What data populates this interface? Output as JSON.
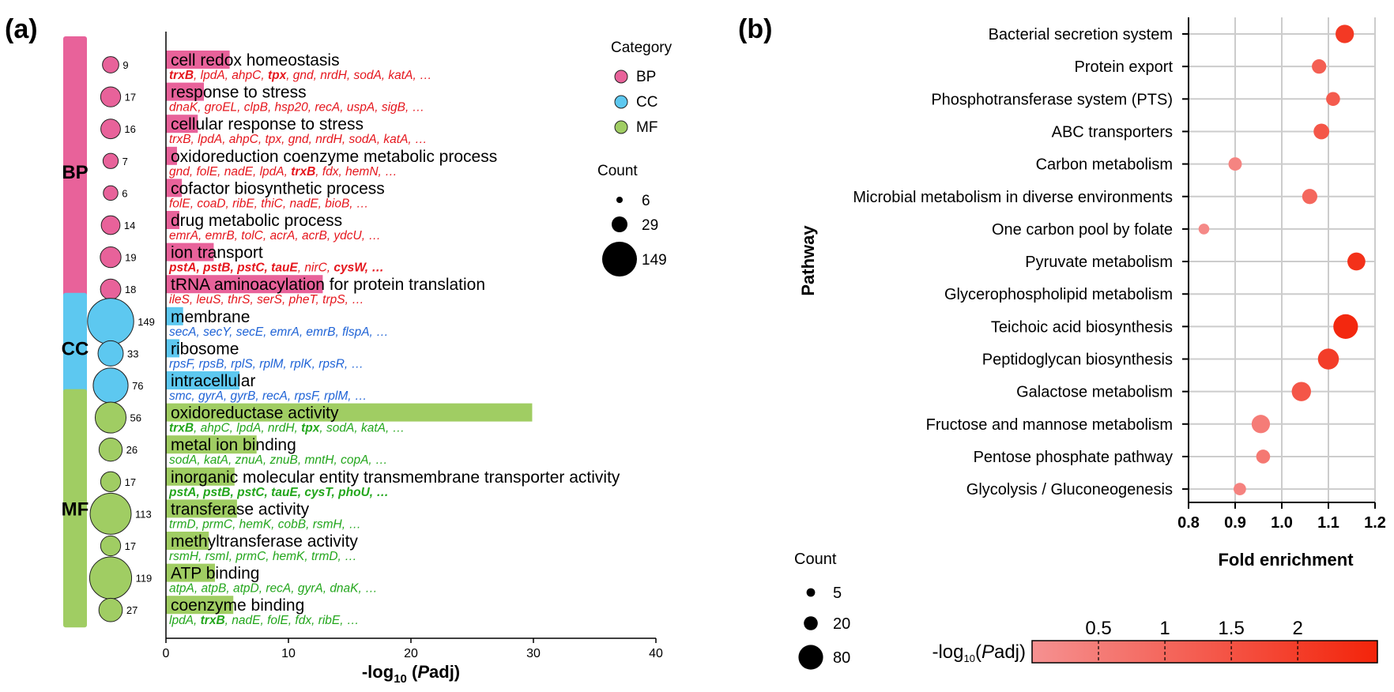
{
  "panel_labels": {
    "a": "(a)",
    "b": "(b)"
  },
  "colors": {
    "BP": "#e8629a",
    "CC": "#5dc8f0",
    "MF": "#a0cd63",
    "BP_text": "#e5161d",
    "CC_text": "#1f63d6",
    "MF_text": "#23a61c",
    "grad_low": "#f59191",
    "grad_high": "#f3240a",
    "grid": "#cccccc"
  },
  "chart_data": [
    {
      "type": "bar",
      "panel": "(a)",
      "xlabel": {
        "pre": "-log",
        "sub": "10",
        "open": " (",
        "italic": "P",
        "post": "adj)"
      },
      "xlim": [
        0,
        40
      ],
      "xticks": [
        0,
        10,
        20,
        30,
        40
      ],
      "groups": [
        {
          "key": "BP",
          "label": "BP",
          "start": 0,
          "end": 7
        },
        {
          "key": "CC",
          "label": "CC",
          "start": 8,
          "end": 10
        },
        {
          "key": "MF",
          "label": "MF",
          "start": 11,
          "end": 17
        }
      ],
      "legend_category": {
        "title": "Category",
        "items": [
          "BP",
          "CC",
          "MF"
        ]
      },
      "legend_count": {
        "title": "Count",
        "values": [
          6,
          29,
          149
        ]
      },
      "terms": [
        {
          "name": "cell redox homeostasis",
          "value": 5.2,
          "count": 9,
          "cat": "BP",
          "genes": [
            {
              "t": "trxB",
              "b": true
            },
            {
              "t": ", lpdA, ahpC, "
            },
            {
              "t": "tpx",
              "b": true
            },
            {
              "t": ", gnd, nrdH, sodA, katA, …"
            }
          ]
        },
        {
          "name": "response to stress",
          "value": 3.1,
          "count": 17,
          "cat": "BP",
          "genes": [
            {
              "t": "dnaK, groEL, clpB, hsp20, recA, uspA, sigB, …"
            }
          ]
        },
        {
          "name": "cellular response to stress",
          "value": 2.6,
          "count": 16,
          "cat": "BP",
          "genes": [
            {
              "t": "trxB, lpdA, ahpC, tpx, gnd, nrdH, sodA, katA, …"
            }
          ]
        },
        {
          "name": "oxidoreduction coenzyme metabolic process",
          "value": 0.9,
          "count": 7,
          "cat": "BP",
          "genes": [
            {
              "t": "gnd, folE, nadE, lpdA, "
            },
            {
              "t": "trxB",
              "b": true
            },
            {
              "t": ", fdx, hemN, …"
            }
          ]
        },
        {
          "name": "cofactor biosynthetic process",
          "value": 1.3,
          "count": 6,
          "cat": "BP",
          "genes": [
            {
              "t": "folE, coaD, ribE, thiC, nadE, bioB, …"
            }
          ]
        },
        {
          "name": "drug metabolic process",
          "value": 1.1,
          "count": 14,
          "cat": "BP",
          "genes": [
            {
              "t": "emrA, emrB, tolC, acrA, acrB, ydcU, …"
            }
          ]
        },
        {
          "name": "ion transport",
          "value": 3.9,
          "count": 19,
          "cat": "BP",
          "genes": [
            {
              "t": "pstA, pstB, pstC, tauE",
              "b": true
            },
            {
              "t": ", nirC, "
            },
            {
              "t": "cysW, …",
              "b": true
            }
          ]
        },
        {
          "name": "tRNA aminoacylation for protein translation",
          "value": 12.8,
          "count": 18,
          "cat": "BP",
          "genes": [
            {
              "t": "ileS, leuS, thrS, serS, pheT, trpS, …"
            }
          ]
        },
        {
          "name": "membrane",
          "value": 1.4,
          "count": 149,
          "cat": "CC",
          "genes": [
            {
              "t": "secA, secY, secE, emrA, emrB, flspA, …"
            }
          ]
        },
        {
          "name": "ribosome",
          "value": 1.1,
          "count": 33,
          "cat": "CC",
          "genes": [
            {
              "t": "rpsF, rpsB, rplS, rplM, rplK, rpsR, …"
            }
          ]
        },
        {
          "name": "intracellular",
          "value": 6.0,
          "count": 76,
          "cat": "CC",
          "genes": [
            {
              "t": "smc, gyrA, gyrB, recA, rpsF, rplM, …"
            }
          ]
        },
        {
          "name": "oxidoreductase activity",
          "value": 29.9,
          "count": 56,
          "cat": "MF",
          "genes": [
            {
              "t": "trxB",
              "b": true
            },
            {
              "t": ", ahpC, lpdA, nrdH, "
            },
            {
              "t": "tpx",
              "b": true
            },
            {
              "t": ", sodA, katA, …"
            }
          ]
        },
        {
          "name": "metal ion binding",
          "value": 7.4,
          "count": 26,
          "cat": "MF",
          "genes": [
            {
              "t": "sodA, katA, znuA, znuB, mntH, copA, …"
            }
          ]
        },
        {
          "name": "inorganic molecular entity transmembrane transporter activity",
          "value": 5.6,
          "count": 17,
          "cat": "MF",
          "genes": [
            {
              "t": "pstA, pstB, pstC, tauE, cysT, phoU, …",
              "b": true
            }
          ]
        },
        {
          "name": "transferase activity",
          "value": 5.8,
          "count": 113,
          "cat": "MF",
          "genes": [
            {
              "t": "trmD, prmC, hemK, cobB, rsmH, …"
            }
          ]
        },
        {
          "name": "methyltransferase activity",
          "value": 3.5,
          "count": 17,
          "cat": "MF",
          "genes": [
            {
              "t": "rsmH, rsmI, prmC, hemK, trmD, …"
            }
          ]
        },
        {
          "name": "ATP binding",
          "value": 4.0,
          "count": 119,
          "cat": "MF",
          "genes": [
            {
              "t": "atpA, atpB, atpD, recA, gyrA, dnaK, …"
            }
          ]
        },
        {
          "name": "coenzyme binding",
          "value": 5.5,
          "count": 27,
          "cat": "MF",
          "genes": [
            {
              "t": "lpdA, "
            },
            {
              "t": "trxB",
              "b": true
            },
            {
              "t": ", nadE, folE, fdx, ribE, …"
            }
          ]
        }
      ]
    },
    {
      "type": "scatter",
      "panel": "(b)",
      "ylabel": "Pathway",
      "xlabel": "Fold enrichment",
      "xlim": [
        0.8,
        1.2
      ],
      "xticks": [
        0.8,
        0.9,
        1.0,
        1.1,
        1.2
      ],
      "grid": true,
      "legend_count": {
        "title": "Count",
        "values": [
          5,
          20,
          80
        ]
      },
      "colorbar": {
        "label": {
          "pre": "-log",
          "sub": "10",
          "open": "(",
          "italic": "P",
          "post": "adj)"
        },
        "ticks": [
          0.5,
          1,
          1.5,
          2
        ],
        "range": [
          0,
          2.6
        ]
      },
      "points": [
        {
          "name": "Bacterial secretion system",
          "x": 1.135,
          "count": 40,
          "padj": 2.1
        },
        {
          "name": "Protein export",
          "x": 1.08,
          "count": 22,
          "padj": 1.2
        },
        {
          "name": "Phosphotransferase system (PTS)",
          "x": 1.11,
          "count": 20,
          "padj": 1.3
        },
        {
          "name": "ABC transporters",
          "x": 1.085,
          "count": 27,
          "padj": 1.4
        },
        {
          "name": "Carbon metabolism",
          "x": 0.9,
          "count": 18,
          "padj": 0.3
        },
        {
          "name": "Microbial metabolism in diverse environments",
          "x": 1.06,
          "count": 25,
          "padj": 1.0
        },
        {
          "name": "One carbon pool by folate",
          "x": 0.833,
          "count": 10,
          "padj": 0.2
        },
        {
          "name": "Pyruvate metabolism",
          "x": 1.16,
          "count": 38,
          "padj": 2.3
        },
        {
          "name": "Glycerophospholipid metabolism",
          "x": null,
          "count": null,
          "padj": null
        },
        {
          "name": "Teichoic acid biosynthesis",
          "x": 1.137,
          "count": 80,
          "padj": 2.5
        },
        {
          "name": "Peptidoglycan biosynthesis",
          "x": 1.1,
          "count": 55,
          "padj": 2.0
        },
        {
          "name": "Galactose metabolism",
          "x": 1.042,
          "count": 45,
          "padj": 1.4
        },
        {
          "name": "Fructose and mannose metabolism",
          "x": 0.955,
          "count": 40,
          "padj": 0.5
        },
        {
          "name": "Pentose phosphate pathway",
          "x": 0.96,
          "count": 20,
          "padj": 0.6
        },
        {
          "name": "Glycolysis / Gluconeogenesis",
          "x": 0.91,
          "count": 15,
          "padj": 0.35
        }
      ]
    }
  ]
}
